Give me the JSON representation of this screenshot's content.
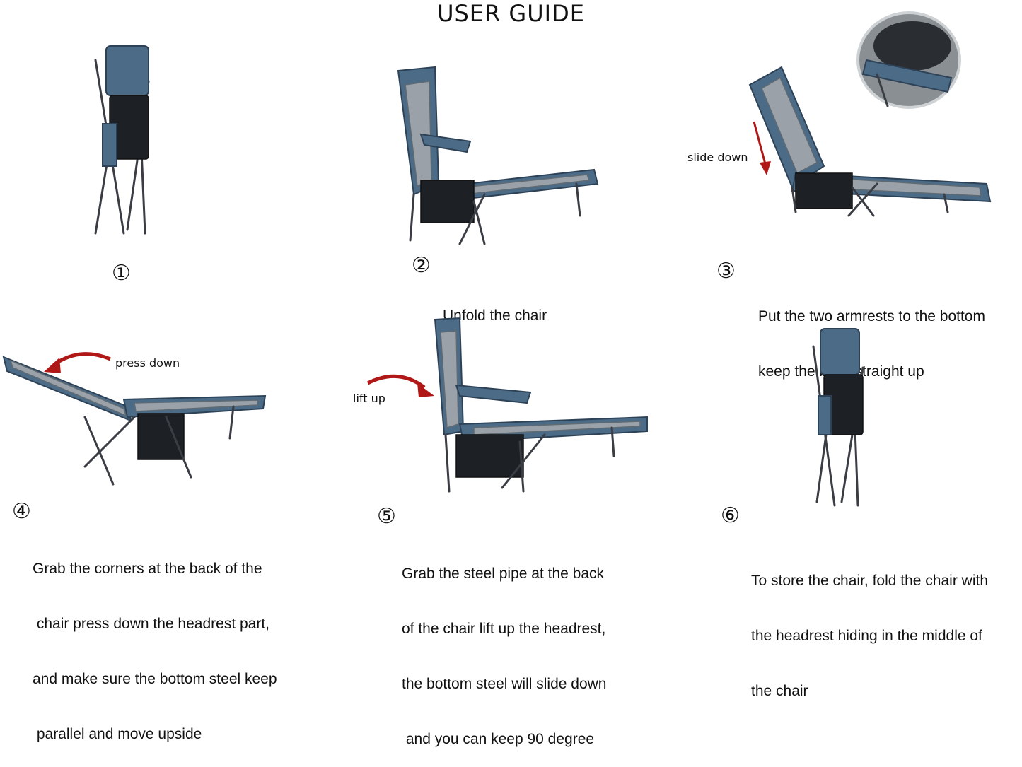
{
  "title": "USER GUIDE",
  "steps": [
    {
      "num": "①",
      "lines": []
    },
    {
      "num": "②",
      "lines": [
        "Unfold the chair"
      ]
    },
    {
      "num": "③",
      "lines": [
        "Put the two armrests to the bottom",
        "keep the back straight up"
      ]
    },
    {
      "num": "④",
      "lines": [
        "Grab the corners at the back of the",
        " chair press down the headrest part,",
        "and make sure the bottom steel keep",
        " parallel and move upside"
      ]
    },
    {
      "num": "⑤",
      "lines": [
        "Grab the steel pipe at the back",
        "of the chair lift up the headrest,",
        "the bottom steel will slide down",
        " and you can keep 90 degree"
      ]
    },
    {
      "num": "⑥",
      "lines": [
        "To store the chair, fold the chair with",
        "the headrest hiding in the middle of",
        "the chair"
      ]
    }
  ],
  "annotations": {
    "slide_down": "slide down",
    "press_down": "press  down",
    "lift_up": "lift up"
  },
  "colors": {
    "fabric": "#4b6b86",
    "mesh": "#9aa1a8",
    "frame": "#3a3d44",
    "arrow": "#b01818"
  }
}
